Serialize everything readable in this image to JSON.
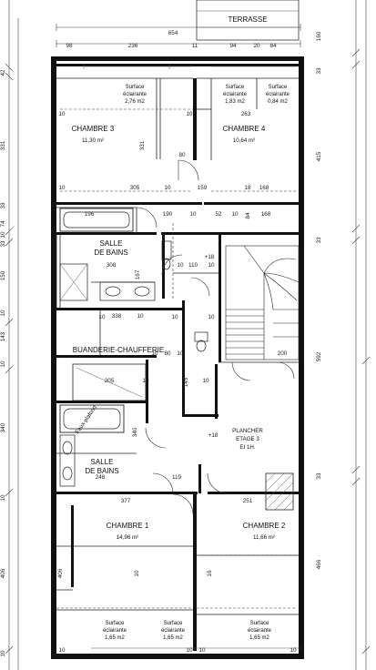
{
  "rooms": {
    "terrasse": "TERRASSE",
    "chambre3": {
      "name": "CHAMBRE 3",
      "area": "11,30 m²"
    },
    "chambre4": {
      "name": "CHAMBRE 4",
      "area": "10,64 m²"
    },
    "salle_bains_top": {
      "line1": "SALLE",
      "line2": "DE BAINS"
    },
    "buanderie": "BUANDERIE-CHAUFFERIE",
    "salle_bains_bottom": {
      "line1": "SALLE",
      "line2": "DE BAINS"
    },
    "chambre1": {
      "name": "CHAMBRE 1",
      "area": "14,96 m²"
    },
    "chambre2": {
      "name": "CHAMBRE 2",
      "area": "11,66 m²"
    }
  },
  "notes": {
    "plancher": [
      "PLANCHER",
      "ETAGE 3",
      "EI 1H."
    ],
    "faux_plafond": "Faux-plafond",
    "plus18_a": "+18",
    "plus18_b": "+18"
  },
  "surfaces": [
    {
      "title": "Surface",
      "sub": "éclairante",
      "value": "2,76 m2"
    },
    {
      "title": "Surface",
      "sub": "éclairante",
      "value": "1,83 m2"
    },
    {
      "title": "Surface",
      "sub": "éclairante",
      "value": "0,84 m2"
    },
    {
      "title": "Surface",
      "sub": "éclairante",
      "value": "1,65 m2"
    },
    {
      "title": "Surface",
      "sub": "éclairante",
      "value": "1,65 m2"
    },
    {
      "title": "Surface",
      "sub": "éclairante",
      "value": "1,65 m2"
    }
  ],
  "dims": {
    "top": [
      "654",
      "98",
      "236",
      "11",
      "94",
      "20",
      "84"
    ],
    "left": [
      "42",
      "331",
      "33",
      "74",
      "10",
      "33",
      "150",
      "10",
      "143",
      "10",
      "340",
      "10",
      "406",
      "10"
    ],
    "right": [
      "160",
      "33",
      "415",
      "33",
      "592",
      "33",
      "466"
    ],
    "interior": [
      "10",
      "10",
      "263",
      "331",
      "80",
      "10",
      "305",
      "10",
      "159",
      "18",
      "168",
      "196",
      "190",
      "10",
      "52",
      "10",
      "84",
      "168",
      "10",
      "110",
      "10",
      "308",
      "167",
      "10",
      "338",
      "10",
      "10",
      "10",
      "10",
      "80",
      "10",
      "200",
      "205",
      "10",
      "145",
      "10",
      "340",
      "248",
      "119",
      "377",
      "251",
      "406",
      "10",
      "16",
      "10",
      "10",
      "10",
      "10"
    ]
  }
}
